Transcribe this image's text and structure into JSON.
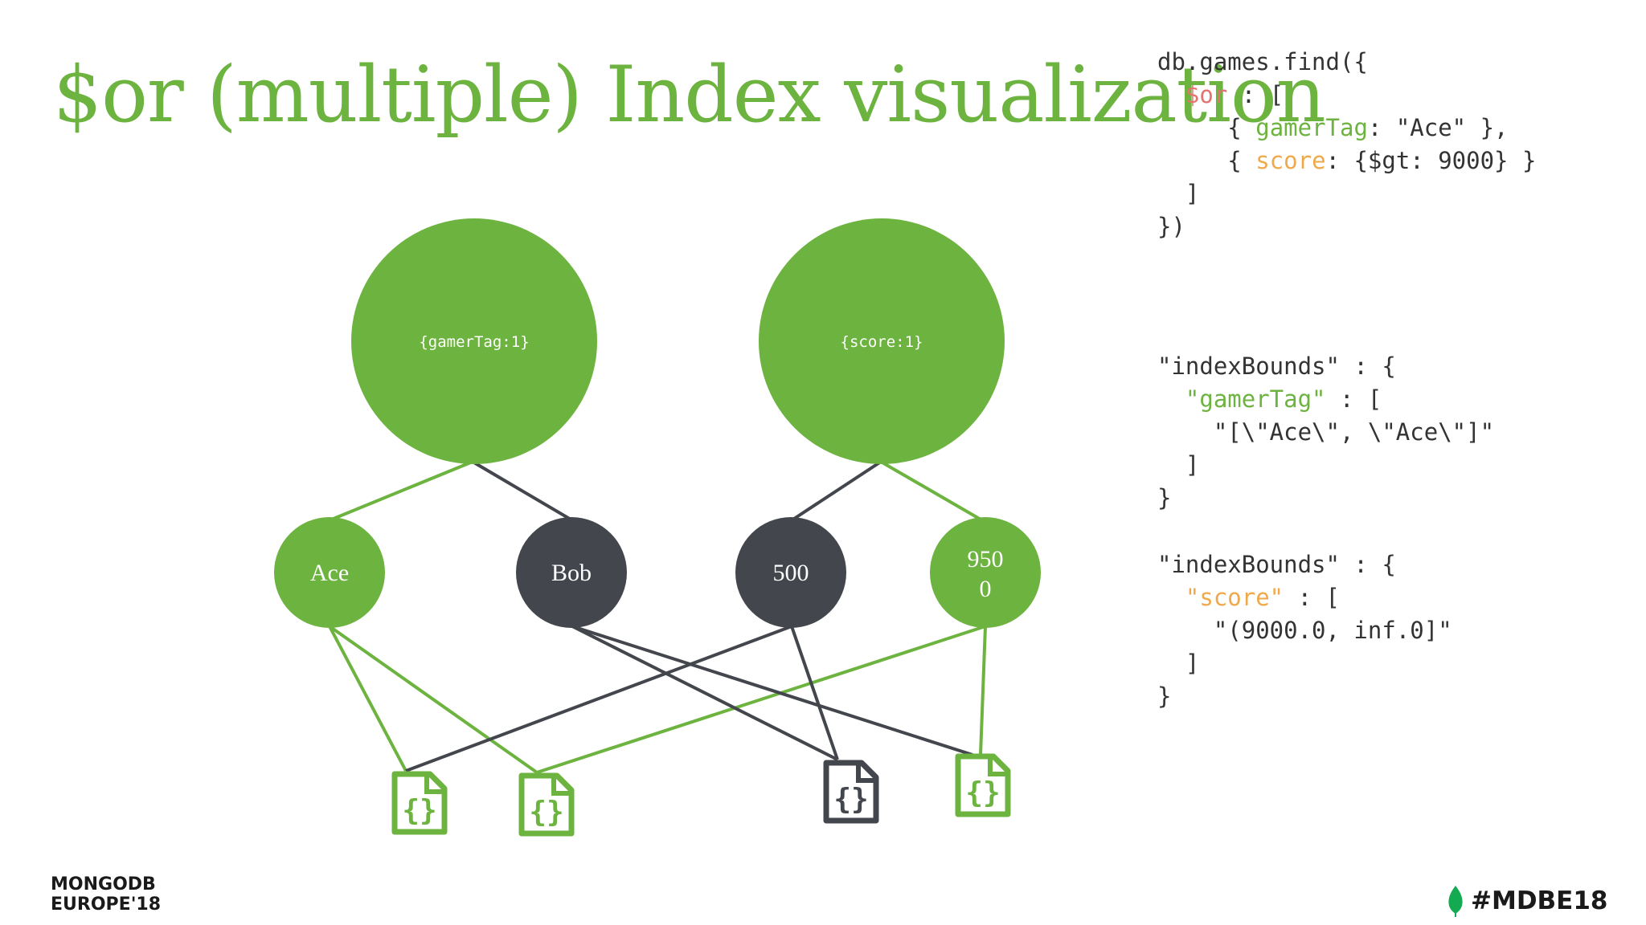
{
  "title": "$or (multiple) Index visualization",
  "colors": {
    "green": "#6db33f",
    "dark": "#43474d",
    "pink": "#e4736f",
    "orange": "#f0a94a"
  },
  "tree": {
    "roots": [
      {
        "label": "{gamerTag:1}",
        "color": "green"
      },
      {
        "label": "{score:1}",
        "color": "green"
      }
    ],
    "keys": [
      {
        "label": "Ace",
        "color": "green"
      },
      {
        "label": "Bob",
        "color": "dark"
      },
      {
        "label": "500",
        "color": "dark"
      },
      {
        "label_line1": "950",
        "label_line2": "0",
        "color": "green"
      }
    ],
    "documents": [
      {
        "icon": "json-document-icon",
        "color": "green"
      },
      {
        "icon": "json-document-icon",
        "color": "green"
      },
      {
        "icon": "json-document-icon",
        "color": "dark"
      },
      {
        "icon": "json-document-icon",
        "color": "green"
      }
    ]
  },
  "query": {
    "line1": "db.games.find({",
    "or_key": "$or",
    "or_rest": " : [",
    "clause1_open": "   { ",
    "clause1_key": "gamerTag",
    "clause1_rest": ": \"Ace\" },",
    "clause2_open": "   { ",
    "clause2_key": "score",
    "clause2_rest": ": {$gt: 9000} }",
    "close_bracket": "  ]",
    "close_call": "})"
  },
  "bounds_gamertag": {
    "line1": "\"indexBounds\" : {",
    "key": "\"gamerTag\"",
    "key_rest": " : [",
    "value": "    \"[\\\"Ace\\\", \\\"Ace\\\"]\"",
    "close_bracket": "  ]",
    "close_brace": "}"
  },
  "bounds_score": {
    "line1": "\"indexBounds\" : {",
    "key": "\"score\"",
    "key_rest": " : [",
    "value": "    \"(9000.0, inf.0]\"",
    "close_bracket": "  ]",
    "close_brace": "}"
  },
  "footer": {
    "brand_line1": "MONGODB",
    "brand_line2": "EUROPE'18",
    "hashtag": "#MDBE18",
    "leaf_icon": "mongodb-leaf-icon"
  }
}
